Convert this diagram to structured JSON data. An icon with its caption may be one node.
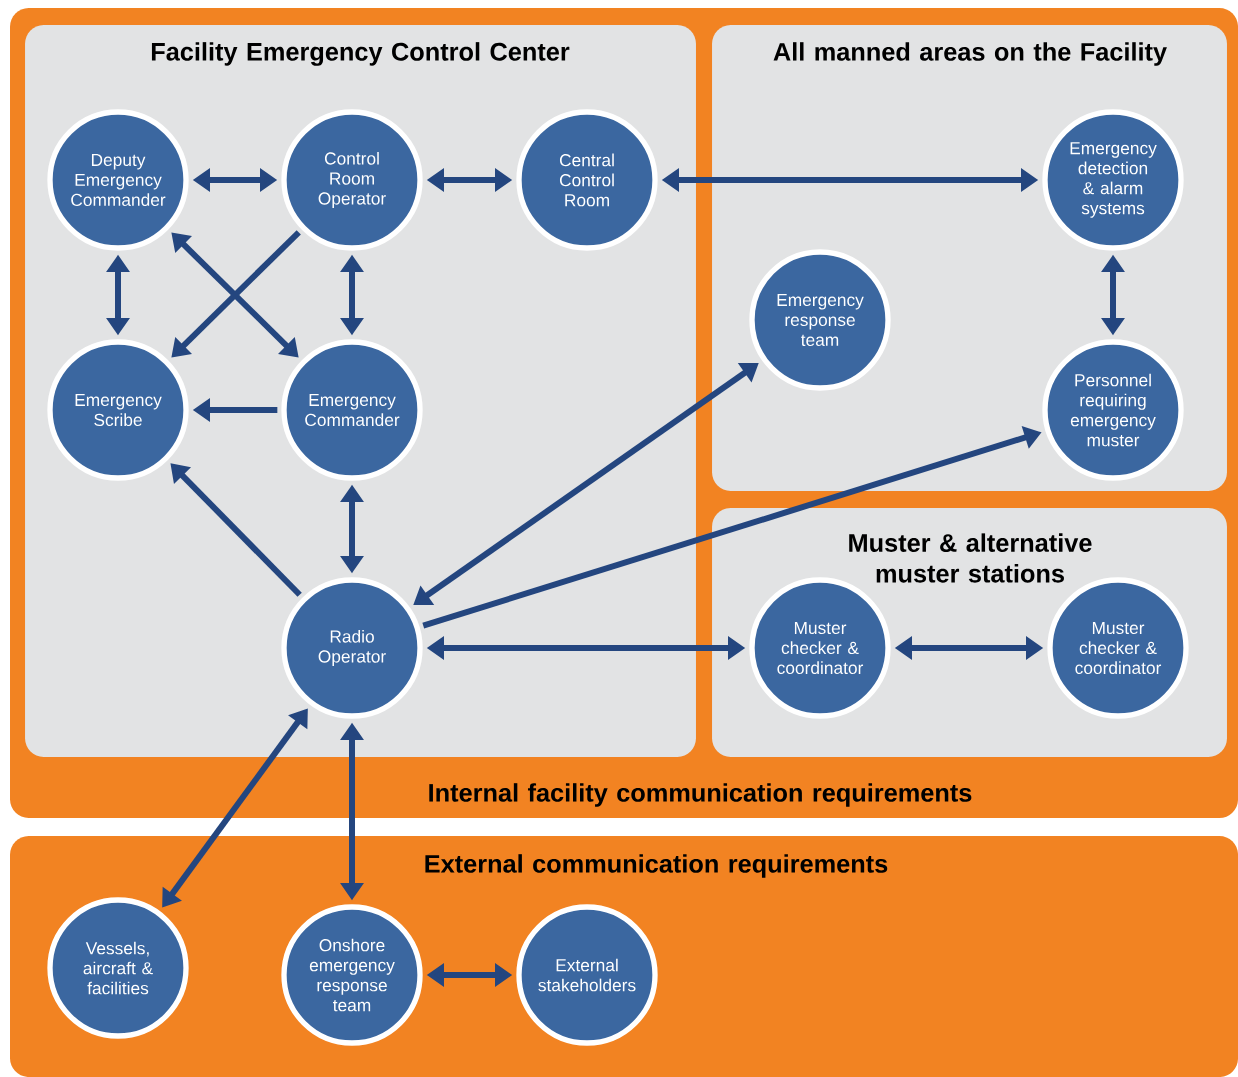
{
  "diagram": {
    "nodes": [
      {
        "text": [
          "Internal facility communication requirements"
        ]
      },
      {
        "text": [
          "Facility Emergency Control Center"
        ],
        "in": 0
      },
      {
        "text": [
          "Deputy Emergency Commander"
        ],
        "in": 1
      },
      {
        "text": [
          "Control Room Operator"
        ],
        "in": 1
      },
      {
        "text": [
          "Central Control Room"
        ],
        "in": 1
      },
      {
        "text": [
          "Emergency Scribe"
        ],
        "in": 1
      },
      {
        "text": [
          "Emergency Commander"
        ],
        "in": 1
      },
      {
        "text": [
          "Radio Operator"
        ],
        "in": 1
      },
      {
        "text": [
          "All manned areas on the Facility"
        ],
        "in": 0
      },
      {
        "text": [
          "Emergency detection & alarm systems"
        ],
        "in": 8
      },
      {
        "text": [
          "Emergency response team"
        ],
        "in": 8
      },
      {
        "text": [
          "Personnel requiring emergency muster"
        ],
        "in": 8
      },
      {
        "text": [
          "Muster & alternative muster stations"
        ],
        "in": 0
      },
      {
        "text": [
          "Muster checker & coordinator"
        ],
        "in": 12
      },
      {
        "text": [
          "Muster checker & coordinator"
        ],
        "in": 12
      },
      {
        "text": [
          "External communication requirements"
        ]
      },
      {
        "text": [
          "Vessels, aircraft & facilities"
        ],
        "in": 15
      },
      {
        "text": [
          "Onshore emergency response team"
        ],
        "in": 15
      },
      {
        "text": [
          "External stakeholders"
        ],
        "in": 15
      }
    ],
    "edges": [
      {
        "from": 2,
        "to": 3,
        "arrow": "both"
      },
      {
        "from": 3,
        "to": 4,
        "arrow": "both"
      },
      {
        "from": 4,
        "to": 9,
        "arrow": "both"
      },
      {
        "from": 2,
        "to": 5,
        "arrow": "both"
      },
      {
        "from": 3,
        "to": 6,
        "arrow": "both"
      },
      {
        "from": 2,
        "to": 6,
        "arrow": "both"
      },
      {
        "from": 3,
        "to": 5,
        "arrow": "to"
      },
      {
        "from": 6,
        "to": 5,
        "arrow": "to"
      },
      {
        "from": 6,
        "to": 7,
        "arrow": "both"
      },
      {
        "from": 7,
        "to": 5,
        "arrow": "to"
      },
      {
        "from": 7,
        "to": 10,
        "arrow": "both"
      },
      {
        "from": 7,
        "to": 11,
        "arrow": "to"
      },
      {
        "from": 7,
        "to": 13,
        "arrow": "both"
      },
      {
        "from": 13,
        "to": 14,
        "arrow": "both"
      },
      {
        "from": 9,
        "to": 11,
        "arrow": "both"
      },
      {
        "from": 7,
        "to": 16,
        "arrow": "both"
      },
      {
        "from": 7,
        "to": 17,
        "arrow": "both"
      },
      {
        "from": 17,
        "to": 18,
        "arrow": "both"
      }
    ]
  }
}
